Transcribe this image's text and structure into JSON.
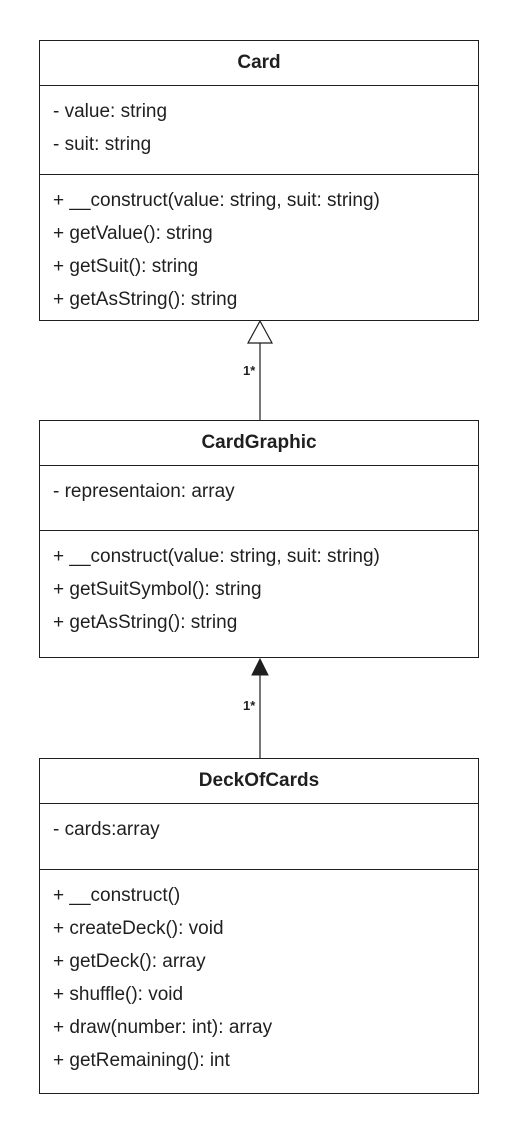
{
  "classes": {
    "card": {
      "name": "Card",
      "attributes": [
        "- value: string",
        "- suit: string"
      ],
      "methods": [
        "+ __construct(value: string, suit: string)",
        "+ getValue(): string",
        "+ getSuit(): string",
        "+ getAsString(): string"
      ]
    },
    "card_graphic": {
      "name": "CardGraphic",
      "attributes": [
        "- representaion: array"
      ],
      "methods": [
        "+ __construct(value: string, suit: string)",
        "+ getSuitSymbol(): string",
        "+ getAsString(): string"
      ]
    },
    "deck_of_cards": {
      "name": "DeckOfCards",
      "attributes": [
        "- cards:array"
      ],
      "methods": [
        "+ __construct()",
        "+ createDeck(): void",
        "+ getDeck(): array",
        "+ shuffle(): void",
        "+ draw(number: int): array",
        "+ getRemaining(): int"
      ]
    }
  },
  "relations": {
    "inheritance": {
      "from": "CardGraphic",
      "to": "Card",
      "arrow": "hollow-triangle",
      "multiplicity": "1*"
    },
    "association": {
      "from": "DeckOfCards",
      "to": "CardGraphic",
      "arrow": "filled-triangle",
      "multiplicity": "1*"
    }
  },
  "colors": {
    "line": "#1f1f1f",
    "background": "#ffffff"
  }
}
